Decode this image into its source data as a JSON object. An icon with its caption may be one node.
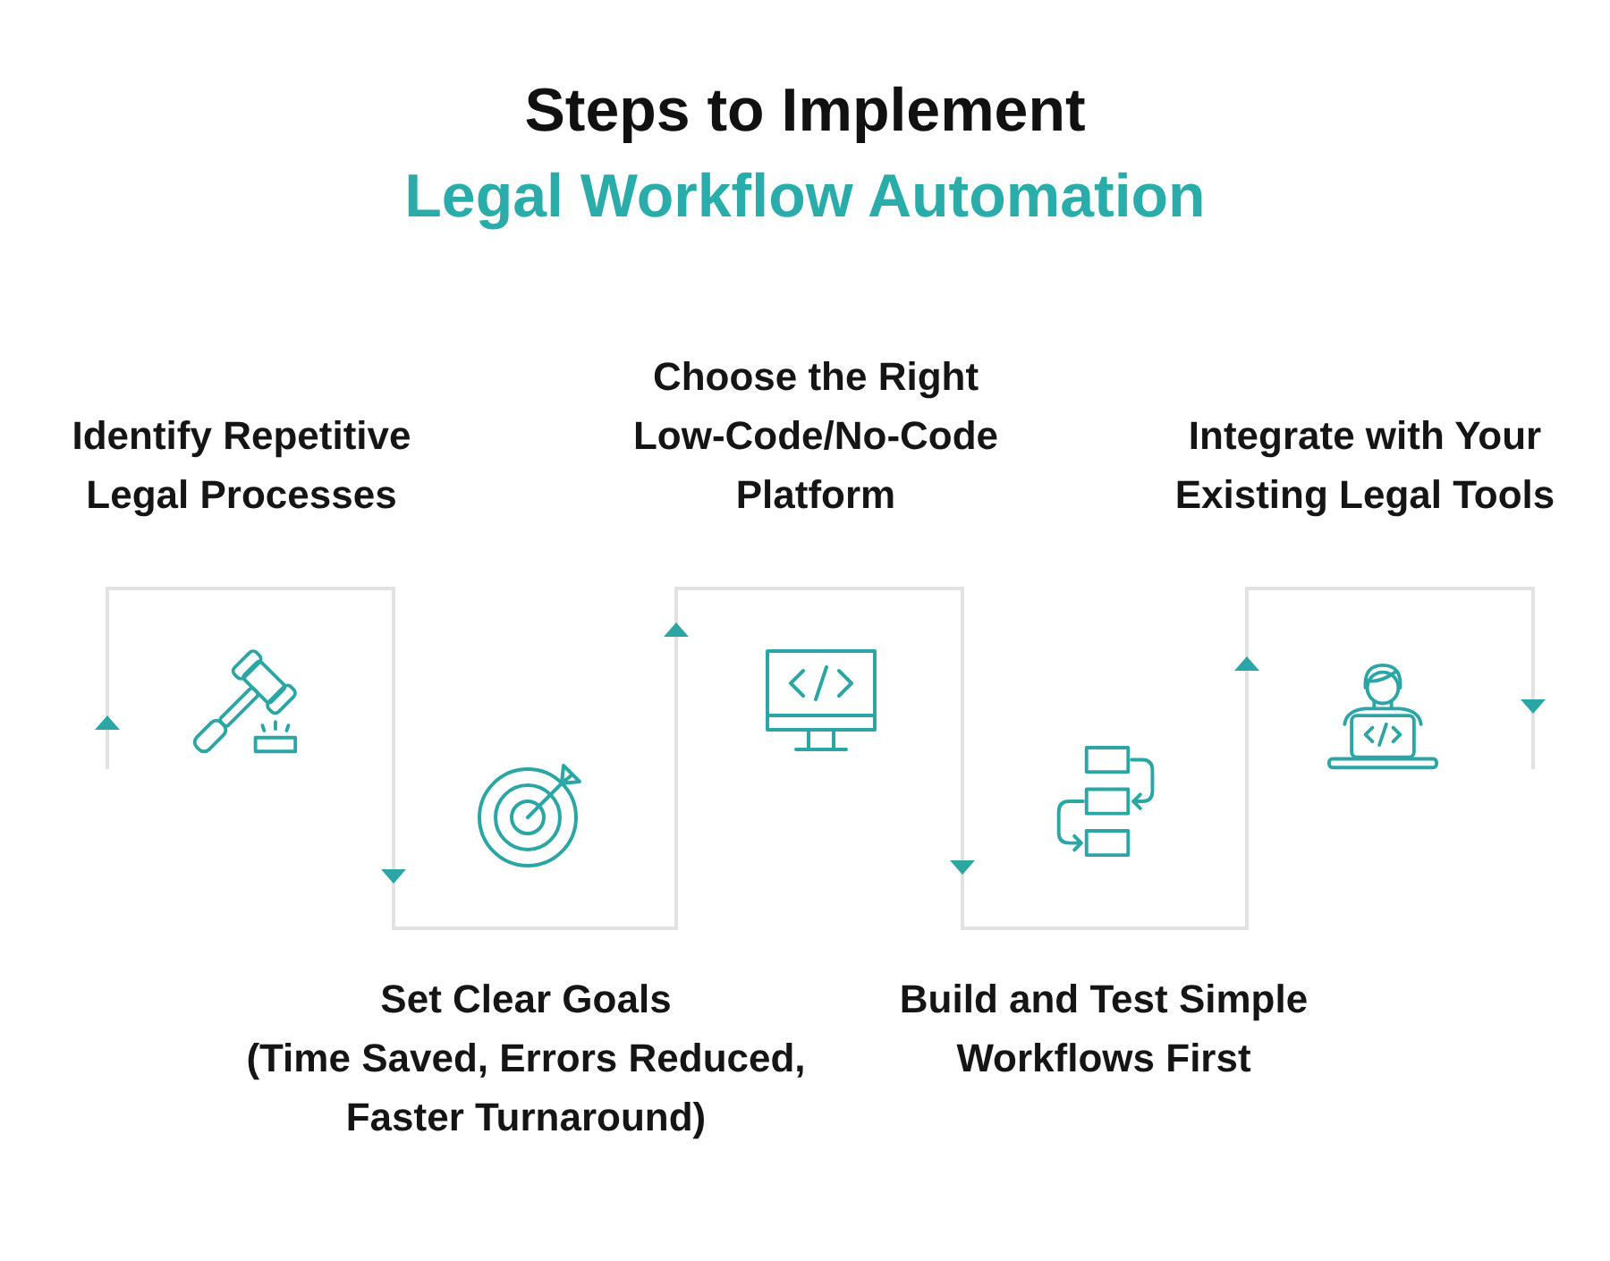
{
  "diagram": {
    "title": "Steps to Implement",
    "labels": [
      "Legal Workflow Automation"
    ],
    "nodes": [
      {
        "text": [
          "Identify Repetitive Legal Processes"
        ]
      },
      {
        "text": [
          "Set Clear Goals",
          "(Time Saved, Errors Reduced, Faster Turnaround)"
        ]
      },
      {
        "text": [
          "Choose the Right Low-Code/No-Code Platform"
        ]
      },
      {
        "text": [
          "Build and Test Simple Workflows First"
        ]
      },
      {
        "text": [
          "Integrate with Your Existing Legal Tools"
        ]
      }
    ],
    "edges": [
      {
        "from": null,
        "to": 0,
        "arrow": "to"
      },
      {
        "from": 0,
        "to": 1,
        "arrow": "to"
      },
      {
        "from": 1,
        "to": 2,
        "arrow": "to"
      },
      {
        "from": 2,
        "to": 3,
        "arrow": "to"
      },
      {
        "from": 3,
        "to": 4,
        "arrow": "to"
      },
      {
        "from": 4,
        "to": null,
        "arrow": "to"
      }
    ]
  }
}
